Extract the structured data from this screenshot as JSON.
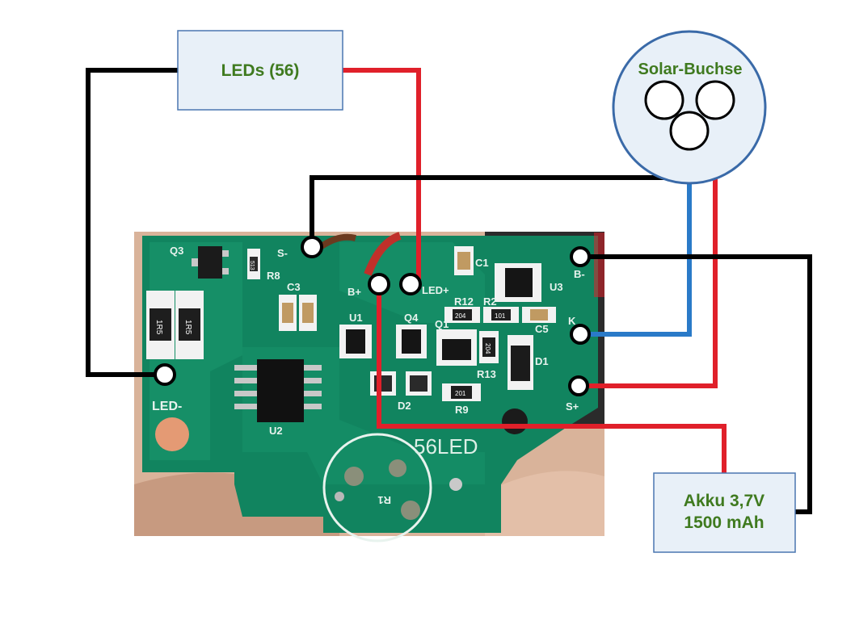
{
  "boxes": {
    "leds": {
      "label": "LEDs (56)"
    },
    "solar": {
      "label": "Solar-Buchse"
    },
    "akku": {
      "line1": "Akku 3,7V",
      "line2": "1500 mAh"
    }
  },
  "pcb_labels": {
    "q3": "Q3",
    "r8": "R8",
    "s_minus": "S-",
    "c3": "C3",
    "c1": "C1",
    "led_plus": "LED+",
    "b_plus": "B+",
    "u1": "U1",
    "q4": "Q4",
    "q1": "Q1",
    "r12": "R12",
    "r2": "R2",
    "u3": "U3",
    "b_minus": "B-",
    "c5": "C5",
    "k": "K",
    "d1": "D1",
    "r13": "R13",
    "d2": "D2",
    "r9": "R9",
    "s_plus": "S+",
    "u2": "U2",
    "led_minus": "LED-",
    "led_count": "56LED",
    "r1": "R1",
    "res_1r5_a": "1R5",
    "res_1r5_b": "1R5",
    "res_204_a": "204",
    "res_101": "101",
    "res_204_b": "204",
    "res_201": "201",
    "res_513": "513"
  },
  "colors": {
    "pcb_green": "#11845f",
    "pcb_trace": "#1a9a70",
    "wire_black": "#000000",
    "wire_red": "#e0202a",
    "wire_blue": "#2a7ac8",
    "box_fill": "#e8f0f8",
    "box_stroke": "#4a76b0",
    "label_green": "#3f7a1f"
  }
}
